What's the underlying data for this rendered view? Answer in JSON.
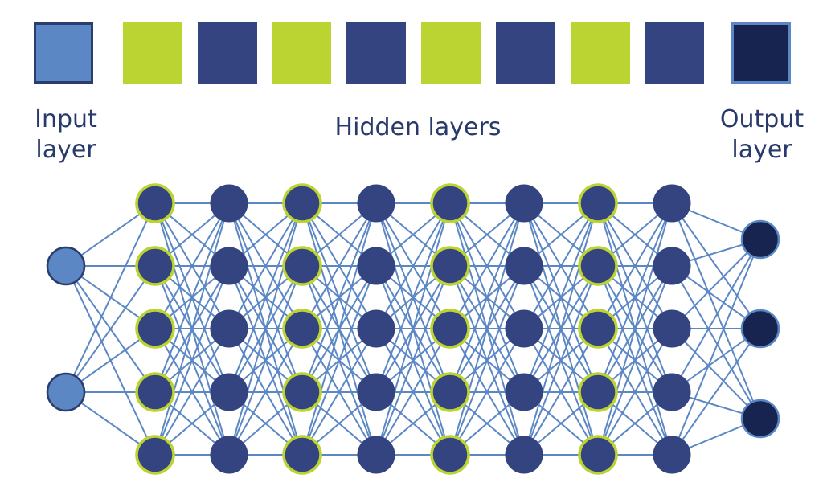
{
  "labels": {
    "input": [
      "Input",
      "layer"
    ],
    "hidden": "Hidden layers",
    "output": [
      "Output",
      "layer"
    ]
  },
  "colors": {
    "input_fill": "#5b87c5",
    "input_stroke": "#2b3d6e",
    "green": "#bcd431",
    "navy": "#334480",
    "dark_navy": "#172450",
    "output_stroke": "#5b87c5",
    "edge": "#5b87c5"
  },
  "network": {
    "layers": [
      {
        "kind": "input",
        "nodes": 2
      },
      {
        "kind": "green",
        "nodes": 5
      },
      {
        "kind": "navy",
        "nodes": 5
      },
      {
        "kind": "green",
        "nodes": 5
      },
      {
        "kind": "navy",
        "nodes": 5
      },
      {
        "kind": "green",
        "nodes": 5
      },
      {
        "kind": "navy",
        "nodes": 5
      },
      {
        "kind": "green",
        "nodes": 5
      },
      {
        "kind": "navy",
        "nodes": 5
      },
      {
        "kind": "output",
        "nodes": 3
      }
    ]
  }
}
